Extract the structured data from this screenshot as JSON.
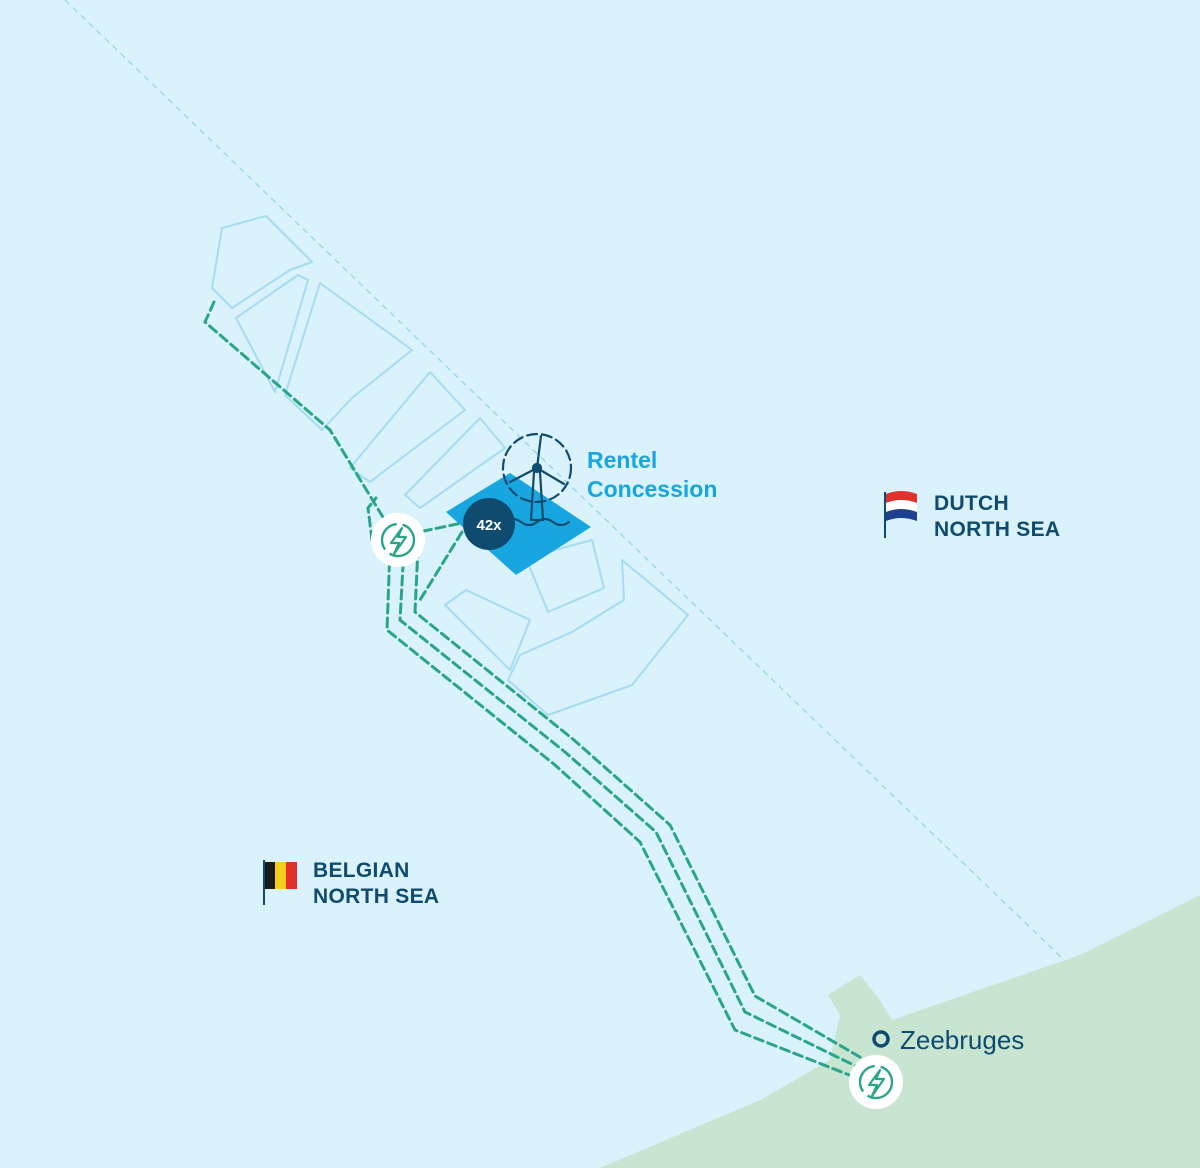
{
  "map": {
    "colors": {
      "sea": "#d9f2fb",
      "land": "#c8e5d1",
      "zone_outline": "#9fdaf2",
      "concession": "#18a6e0",
      "cable": "#2aa58a",
      "text_dark": "#0f4b6e",
      "text_accent": "#18a6e0",
      "badge": "#0f4b6e"
    },
    "labels": {
      "rentel_line1": "Rentel",
      "rentel_line2": "Concession",
      "dutch_line1": "DUTCH",
      "dutch_line2": "NORTH SEA",
      "belgian_line1": "BELGIAN",
      "belgian_line2": "NORTH SEA",
      "city": "Zeebruges",
      "turbine_count": "42x"
    },
    "icons": {
      "turbine": "wind-turbine-icon",
      "substation": "lightning-bolt-icon",
      "flag_netherlands": "netherlands-flag-icon",
      "flag_belgium": "belgium-flag-icon",
      "city_marker": "location-ring-icon"
    }
  }
}
